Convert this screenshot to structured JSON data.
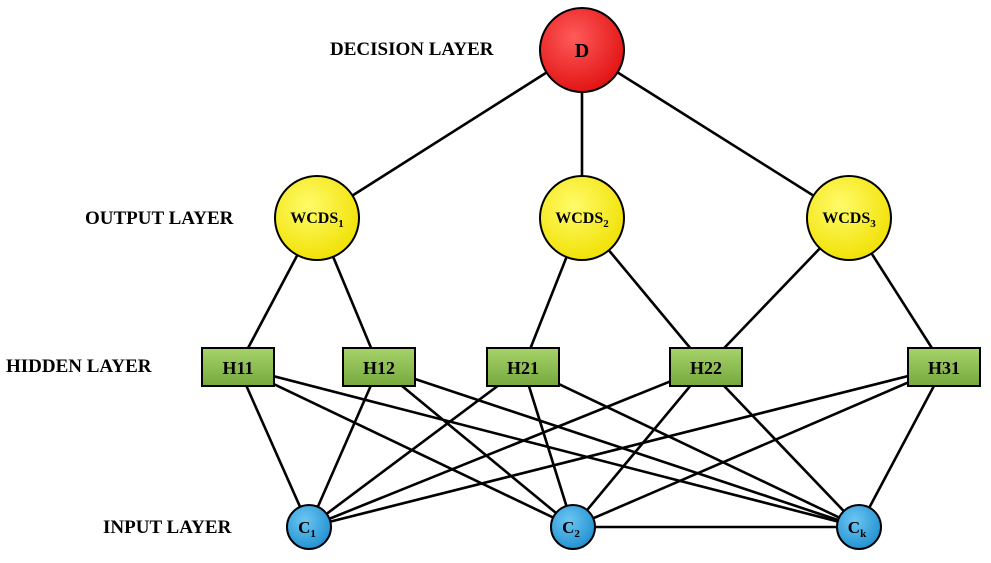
{
  "layers": {
    "decision": "DECISION LAYER",
    "output": "OUTPUT LAYER",
    "hidden": "HIDDEN LAYER",
    "input": "INPUT LAYER"
  },
  "nodes": {
    "decision": {
      "label": "D",
      "color": "#f01e1e"
    },
    "output": [
      {
        "label": "WCDS",
        "sub": "1"
      },
      {
        "label": "WCDS",
        "sub": "2"
      },
      {
        "label": "WCDS",
        "sub": "3"
      }
    ],
    "hidden": [
      "H11",
      "H12",
      "H21",
      "H22",
      "H31"
    ],
    "input": [
      {
        "label": "C",
        "sub": "1"
      },
      {
        "label": "C",
        "sub": "2"
      },
      {
        "label": "C",
        "sub": "k"
      }
    ]
  },
  "colors": {
    "decision": "#f01e1e",
    "output": "#f5ec1e",
    "hidden": "#86b84c",
    "input": "#2e9fd8"
  }
}
